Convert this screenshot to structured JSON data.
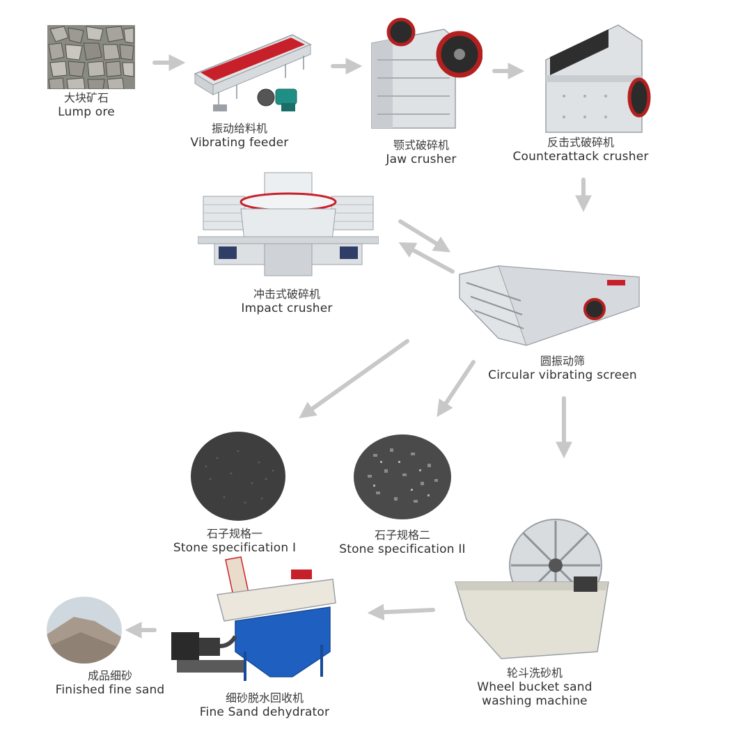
{
  "nodes": {
    "lump_ore": {
      "cn": "大块矿石",
      "en": "Lump ore"
    },
    "vibrating_feeder": {
      "cn": "振动给料机",
      "en": "Vibrating feeder"
    },
    "jaw_crusher": {
      "cn": "颚式破碎机",
      "en": "Jaw crusher"
    },
    "counterattack_crusher": {
      "cn": "反击式破碎机",
      "en": "Counterattack crusher"
    },
    "impact_crusher": {
      "cn": "冲击式破碎机",
      "en": "Impact crusher"
    },
    "circular_vibrating_screen": {
      "cn": "圆振动筛",
      "en": "Circular vibrating screen"
    },
    "stone_spec_1": {
      "cn": "石子规格一",
      "en": "Stone specification I"
    },
    "stone_spec_2": {
      "cn": "石子规格二",
      "en": "Stone specification II"
    },
    "wheel_bucket": {
      "cn": "轮斗洗砂机",
      "en": "Wheel bucket sand",
      "en2": "washing machine"
    },
    "fine_sand_dehydrator": {
      "cn": "细砂脱水回收机",
      "en": "Fine Sand dehydrator"
    },
    "finished_fine_sand": {
      "cn": "成品细砂",
      "en": "Finished fine sand"
    }
  },
  "colors": {
    "arrow": "#c8c8c8",
    "machine_gray": "#dcdfe2",
    "feeder_red": "#c8202a",
    "motor_teal": "#1f8f86",
    "dehydrator_blue": "#1f5fbf",
    "stone_dark": "#3e3e3e"
  }
}
